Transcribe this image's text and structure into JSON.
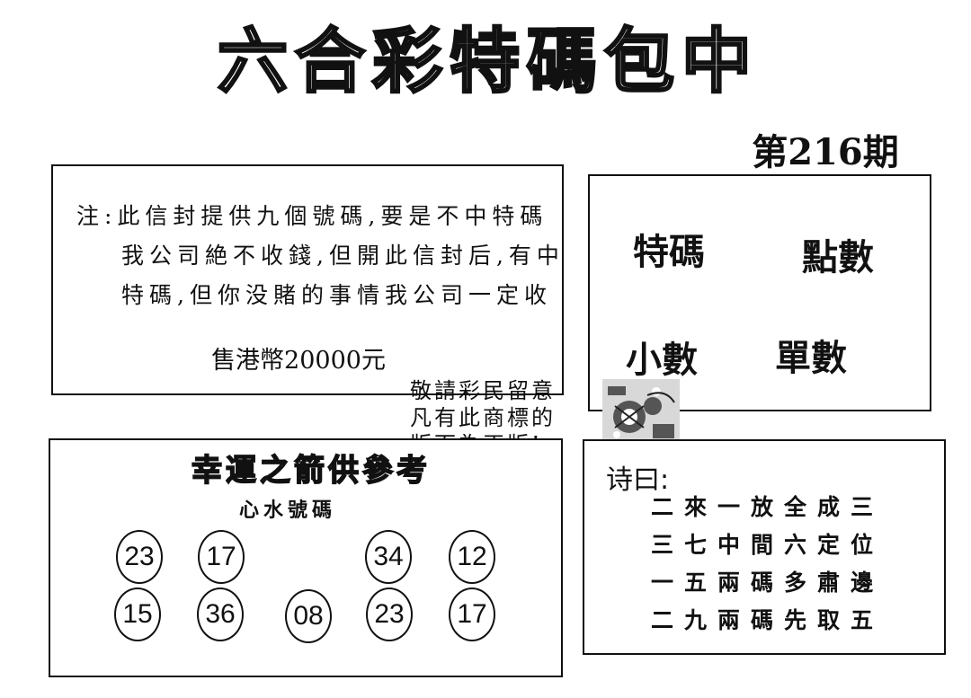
{
  "title": [
    "六",
    "合",
    "彩",
    "特",
    "碼",
    "包",
    "中"
  ],
  "issue": "第216期",
  "notice": {
    "lines": [
      "注:此信封提供九個號碼,要是不中特碼",
      "我公司絶不收錢,但開此信封后,有中",
      "特碼,但你没賭的事情我公司一定收"
    ],
    "price": "售港幣20000元"
  },
  "points": {
    "top_left": "特碼",
    "top_right": "點數",
    "bottom_left": "小數",
    "bottom_right": "單數"
  },
  "stamp": {
    "lines": [
      "敬請彩民留意",
      "凡有此商標的",
      "版面為正版!"
    ]
  },
  "lucky": {
    "title": "幸運之箭供參考",
    "subtitle": "心水號碼",
    "balls": [
      "23",
      "17",
      "34",
      "12",
      "15",
      "36",
      "08",
      "23",
      "17"
    ]
  },
  "poem": {
    "heading": "诗曰:",
    "lines": [
      "二來一放全成三",
      "三七中間六定位",
      "一五兩碼多肅邊",
      "二九兩碼先取五"
    ]
  }
}
